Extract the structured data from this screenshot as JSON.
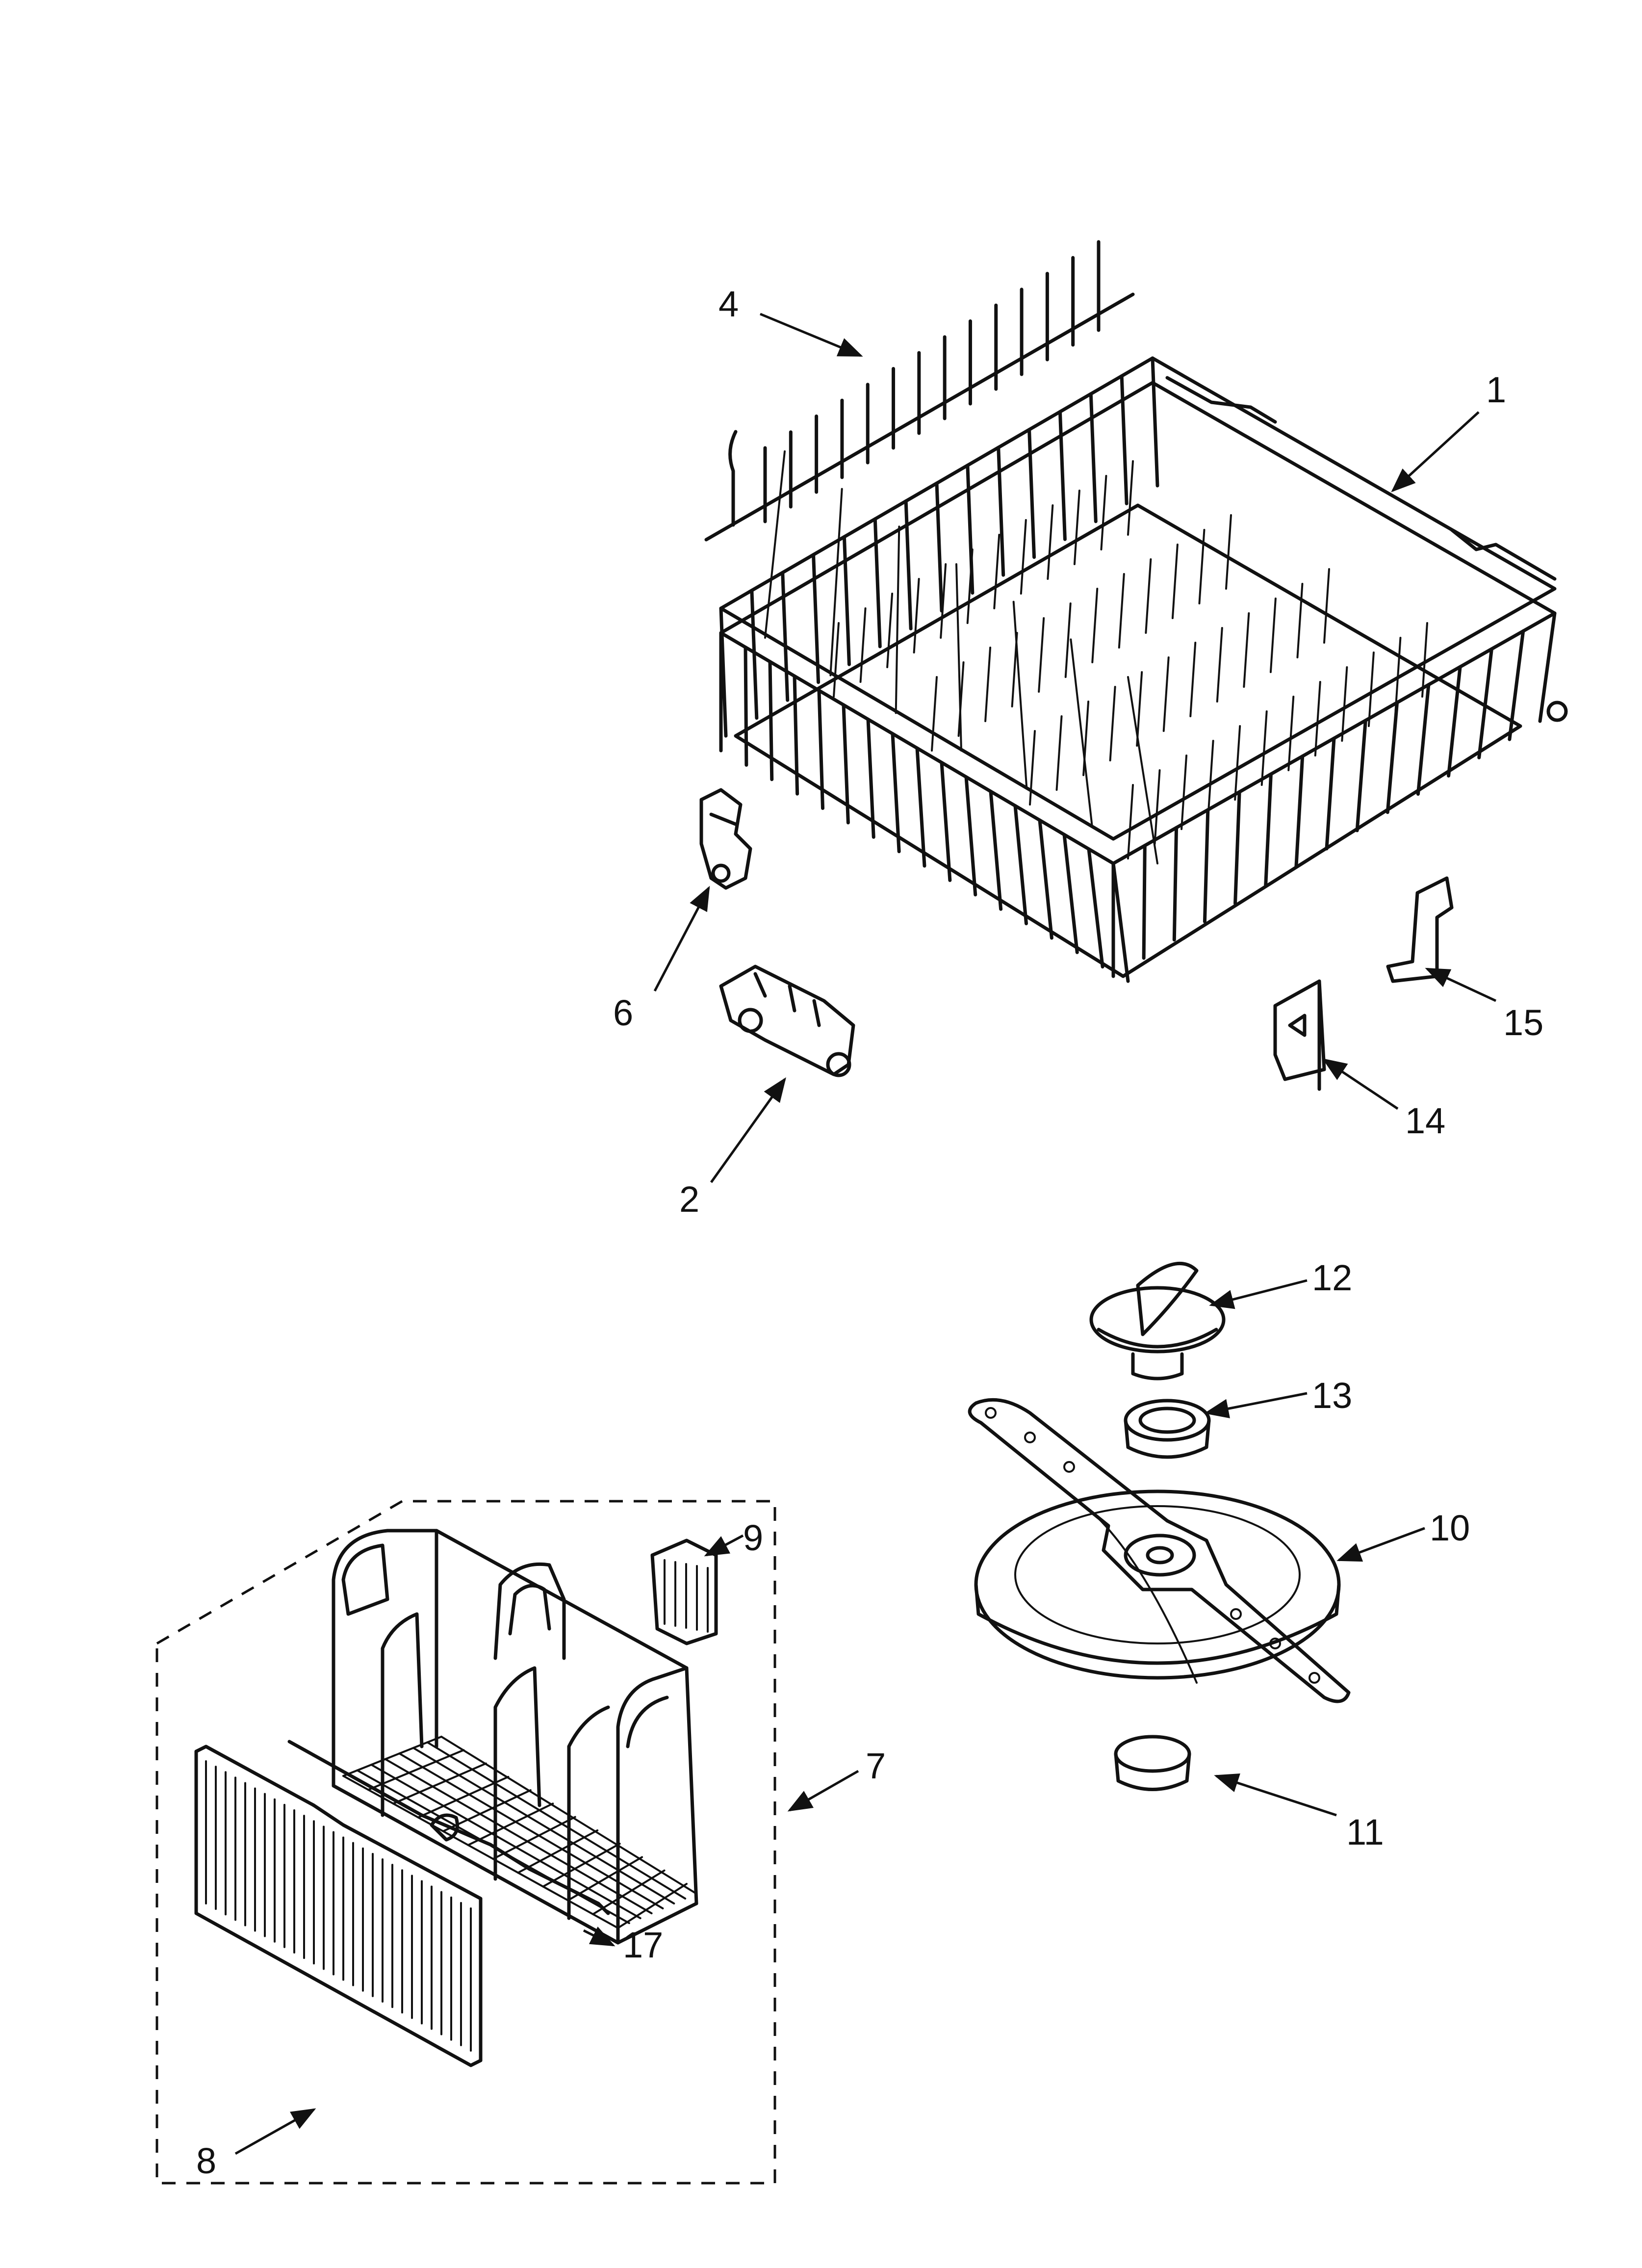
{
  "colors": {
    "line": "#111111",
    "background": "#ffffff"
  },
  "callouts": {
    "c1": "1",
    "c2": "2",
    "c4": "4",
    "c6": "6",
    "c7": "7",
    "c8": "8",
    "c9": "9",
    "c10": "10",
    "c11": "11",
    "c12": "12",
    "c13": "13",
    "c14": "14",
    "c15": "15",
    "c17": "17"
  }
}
